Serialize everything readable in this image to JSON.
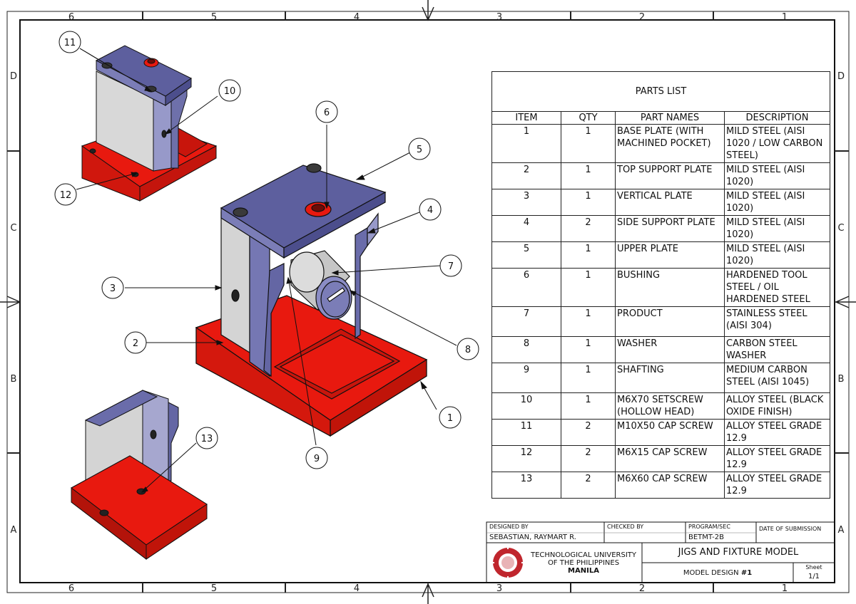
{
  "zones": {
    "columns": [
      "6",
      "5",
      "4",
      "3",
      "2",
      "1"
    ],
    "rows": [
      "D",
      "C",
      "B",
      "A"
    ]
  },
  "balloons": [
    "1",
    "2",
    "3",
    "4",
    "5",
    "6",
    "7",
    "8",
    "9",
    "10",
    "11",
    "12",
    "13"
  ],
  "parts_list": {
    "title": "PARTS LIST",
    "headers": [
      "ITEM",
      "QTY",
      "PART NAMES",
      "DESCRIPTION"
    ],
    "rows": [
      {
        "item": "1",
        "qty": "1",
        "name": "BASE PLATE (WITH MACHINED POCKET)",
        "desc": "MILD STEEL (AISI 1020 / LOW CARBON STEEL)"
      },
      {
        "item": "2",
        "qty": "1",
        "name": "TOP SUPPORT PLATE",
        "desc": "MILD STEEL (AISI 1020)"
      },
      {
        "item": "3",
        "qty": "1",
        "name": "VERTICAL PLATE",
        "desc": "MILD STEEL (AISI 1020)"
      },
      {
        "item": "4",
        "qty": "2",
        "name": "SIDE SUPPORT PLATE",
        "desc": "MILD STEEL (AISI 1020)"
      },
      {
        "item": "5",
        "qty": "1",
        "name": "UPPER PLATE",
        "desc": "MILD STEEL (AISI 1020)"
      },
      {
        "item": "6",
        "qty": "1",
        "name": "BUSHING",
        "desc": "HARDENED TOOL STEEL / OIL HARDENED STEEL"
      },
      {
        "item": "7",
        "qty": "1",
        "name": "PRODUCT",
        "desc": "STAINLESS STEEL (AISI 304)"
      },
      {
        "item": "8",
        "qty": "1",
        "name": "WASHER",
        "desc": "CARBON STEEL WASHER"
      },
      {
        "item": "9",
        "qty": "1",
        "name": "SHAFTING",
        "desc": "MEDIUM CARBON STEEL (AISI 1045)"
      },
      {
        "item": "10",
        "qty": "1",
        "name": "M6X70 SETSCREW (HOLLOW HEAD)",
        "desc": "ALLOY STEEL (BLACK OXIDE FINISH)"
      },
      {
        "item": "11",
        "qty": "2",
        "name": "M10X50 CAP SCREW",
        "desc": "ALLOY STEEL GRADE 12.9"
      },
      {
        "item": "12",
        "qty": "2",
        "name": "M6X15 CAP SCREW",
        "desc": "ALLOY STEEL GRADE 12.9"
      },
      {
        "item": "13",
        "qty": "2",
        "name": "M6X60 CAP SCREW",
        "desc": "ALLOY STEEL GRADE 12.9"
      }
    ]
  },
  "title_block": {
    "designed_by_label": "DESIGNED BY",
    "designed_by": "SEBASTIAN, RAYMART R.",
    "checked_by_label": "CHECKED BY",
    "checked_by": "",
    "program_label": "PROGRAM/SEC",
    "program": "BETMT-2B",
    "submission_label": "DATE OF SUBMISSION",
    "submission": "",
    "school_line1": "TECHNOLOGICAL UNIVERSITY",
    "school_line2": "OF THE PHILIPPINES",
    "school_line3": "MANILA",
    "drawing_title": "JIGS AND FIXTURE MODEL",
    "design_prefix": "MODEL DESIGN ",
    "design_number": "#1",
    "sheet_label": "Sheet",
    "sheet_value": "1/1"
  },
  "colors": {
    "base_red": "#e8190f",
    "base_red_dark": "#a8120b",
    "plate_purple": "#5d5f9e",
    "plate_purple_light": "#8a8cc4",
    "steel_gray": "#d4d4d4",
    "logo_red": "#c0262d"
  }
}
